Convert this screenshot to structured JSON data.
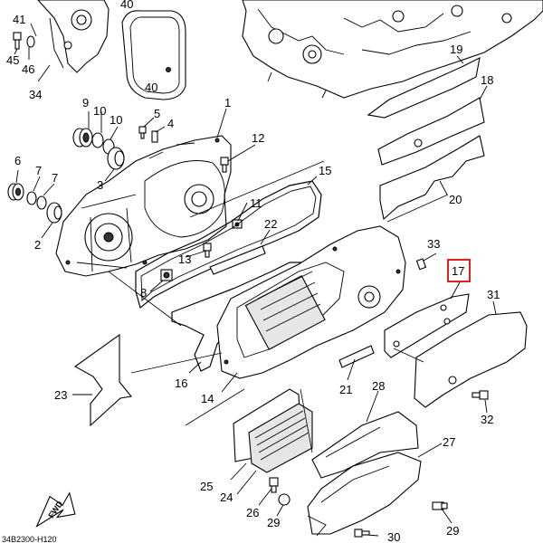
{
  "title": "Crankcase cover parts diagram",
  "diagram_code": "34B2300-H120",
  "direction_label": "FWD",
  "highlight_color": "#e02020",
  "highlighted_part": "17",
  "callouts": [
    {
      "id": "c41",
      "label": "41"
    },
    {
      "id": "c40a",
      "label": "40"
    },
    {
      "id": "c40b",
      "label": "40"
    },
    {
      "id": "c45",
      "label": "45"
    },
    {
      "id": "c46",
      "label": "46"
    },
    {
      "id": "c34",
      "label": "34"
    },
    {
      "id": "c9",
      "label": "9"
    },
    {
      "id": "c10a",
      "label": "10"
    },
    {
      "id": "c10b",
      "label": "10"
    },
    {
      "id": "c5",
      "label": "5"
    },
    {
      "id": "c4",
      "label": "4"
    },
    {
      "id": "c1",
      "label": "1"
    },
    {
      "id": "c12",
      "label": "12"
    },
    {
      "id": "c3",
      "label": "3"
    },
    {
      "id": "c6",
      "label": "6"
    },
    {
      "id": "c7a",
      "label": "7"
    },
    {
      "id": "c7b",
      "label": "7"
    },
    {
      "id": "c2",
      "label": "2"
    },
    {
      "id": "c11",
      "label": "11"
    },
    {
      "id": "c15",
      "label": "15"
    },
    {
      "id": "c13",
      "label": "13"
    },
    {
      "id": "c22",
      "label": "22"
    },
    {
      "id": "c8",
      "label": "8"
    },
    {
      "id": "c19",
      "label": "19"
    },
    {
      "id": "c18",
      "label": "18"
    },
    {
      "id": "c20",
      "label": "20"
    },
    {
      "id": "c33",
      "label": "33"
    },
    {
      "id": "c17",
      "label": "17"
    },
    {
      "id": "c31",
      "label": "31"
    },
    {
      "id": "c16",
      "label": "16"
    },
    {
      "id": "c14",
      "label": "14"
    },
    {
      "id": "c21",
      "label": "21"
    },
    {
      "id": "c23",
      "label": "23"
    },
    {
      "id": "c28",
      "label": "28"
    },
    {
      "id": "c32",
      "label": "32"
    },
    {
      "id": "c27",
      "label": "27"
    },
    {
      "id": "c25",
      "label": "25"
    },
    {
      "id": "c24",
      "label": "24"
    },
    {
      "id": "c26",
      "label": "26"
    },
    {
      "id": "c29a",
      "label": "29"
    },
    {
      "id": "c29b",
      "label": "29"
    },
    {
      "id": "c30",
      "label": "30"
    }
  ]
}
